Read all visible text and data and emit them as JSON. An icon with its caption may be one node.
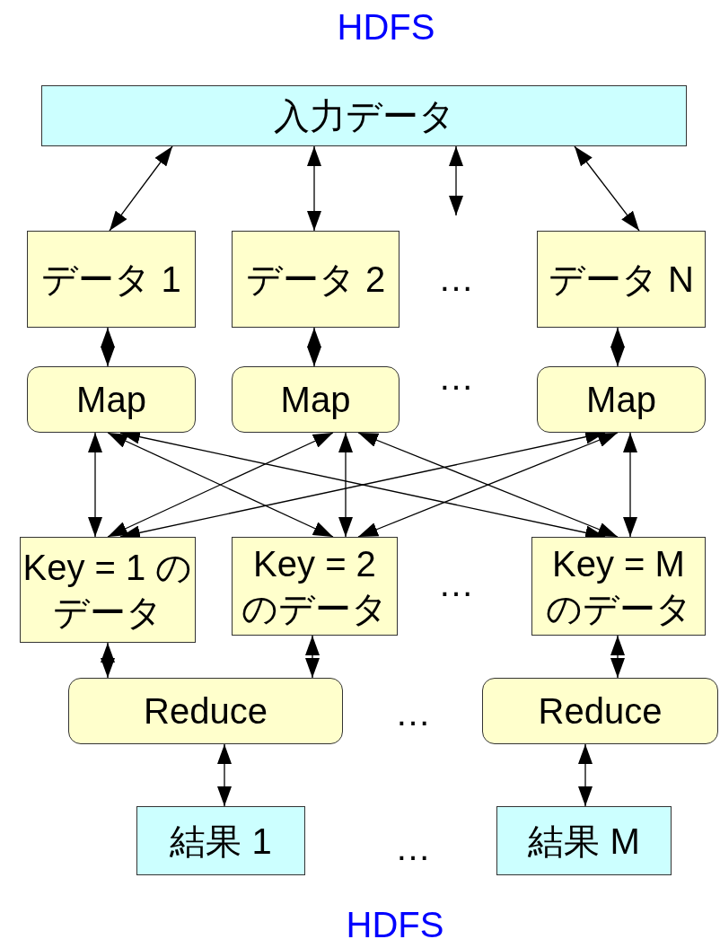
{
  "diagram": {
    "nodes": [
      {
        "text": [
          "入力データ"
        ]
      },
      {
        "text": [
          "データ 1"
        ]
      },
      {
        "text": [
          "データ 2"
        ]
      },
      {
        "text": [
          "データ N"
        ]
      },
      {
        "text": [
          "Map"
        ]
      },
      {
        "text": [
          "Map"
        ]
      },
      {
        "text": [
          "Map"
        ]
      },
      {
        "text": [
          "Key = 1 のデータ"
        ]
      },
      {
        "text": [
          "Key = 2 のデータ"
        ]
      },
      {
        "text": [
          "Key = M のデータ"
        ]
      },
      {
        "text": [
          "Reduce"
        ]
      },
      {
        "text": [
          "Reduce"
        ]
      },
      {
        "text": [
          "結果 1"
        ]
      },
      {
        "text": [
          "結果 M"
        ]
      }
    ],
    "edges": [
      {
        "from": 0,
        "to": 1,
        "arrow": "both"
      },
      {
        "from": 0,
        "to": 2,
        "arrow": "both"
      },
      {
        "from": 0,
        "to": null,
        "arrow": "both"
      },
      {
        "from": 0,
        "to": 3,
        "arrow": "both"
      },
      {
        "from": 1,
        "to": 4,
        "arrow": "both"
      },
      {
        "from": 2,
        "to": 5,
        "arrow": "both"
      },
      {
        "from": 3,
        "to": 6,
        "arrow": "both"
      },
      {
        "from": 4,
        "to": 7,
        "arrow": "both"
      },
      {
        "from": 4,
        "to": 8,
        "arrow": "both"
      },
      {
        "from": 4,
        "to": 9,
        "arrow": "both"
      },
      {
        "from": 5,
        "to": 7,
        "arrow": "both"
      },
      {
        "from": 5,
        "to": 8,
        "arrow": "both"
      },
      {
        "from": 5,
        "to": 9,
        "arrow": "both"
      },
      {
        "from": 6,
        "to": 7,
        "arrow": "both"
      },
      {
        "from": 6,
        "to": 8,
        "arrow": "both"
      },
      {
        "from": 6,
        "to": 9,
        "arrow": "both"
      },
      {
        "from": 7,
        "to": 10,
        "arrow": "both"
      },
      {
        "from": 8,
        "to": 10,
        "arrow": "both"
      },
      {
        "from": 9,
        "to": 11,
        "arrow": "both"
      },
      {
        "from": 10,
        "to": 12,
        "arrow": "both"
      },
      {
        "from": 11,
        "to": 13,
        "arrow": "both"
      }
    ],
    "labels": [
      "HDFS",
      "…",
      "…",
      "…",
      "…",
      "…",
      "HDFS"
    ]
  }
}
